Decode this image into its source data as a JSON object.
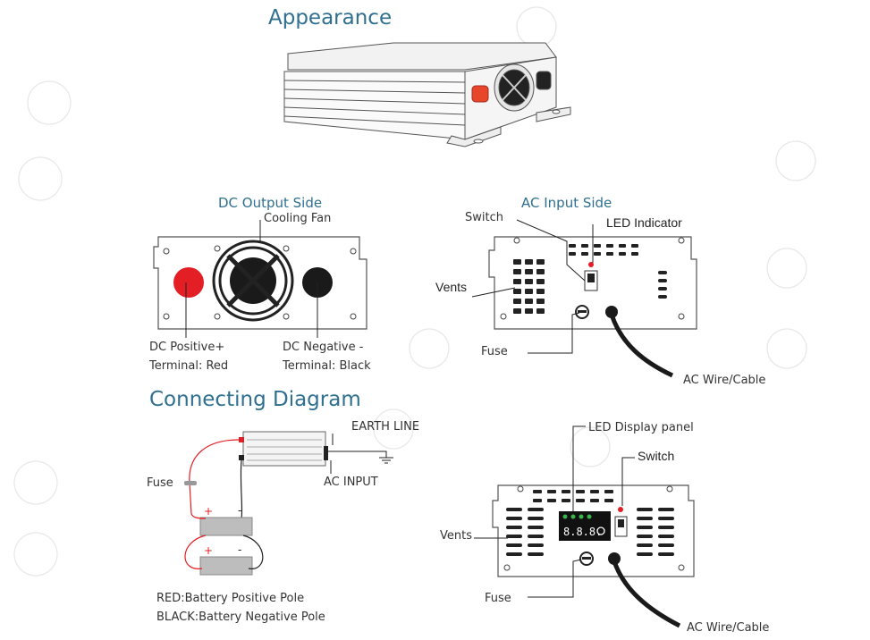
{
  "headings": {
    "appearance": "Appearance",
    "dc_output_side": "DC Output Side",
    "ac_input_side": "AC Input Side",
    "connecting_diagram": "Connecting Diagram"
  },
  "dc_side": {
    "cooling_fan": "Cooling Fan",
    "dc_positive_line1": "DC Positive+",
    "dc_positive_line2": "Terminal: Red",
    "dc_negative_line1": "DC Negative -",
    "dc_negative_line2": "Terminal: Black"
  },
  "ac_side": {
    "switch": "Switch",
    "led_indicator": "LED Indicator",
    "vents": "Vents",
    "fuse": "Fuse",
    "ac_wire": "AC Wire/Cable"
  },
  "connecting": {
    "earth_line": "EARTH LINE",
    "ac_input": "AC INPUT",
    "fuse": "Fuse",
    "red_caption": "RED:Battery Positive Pole",
    "black_caption": "BLACK:Battery Negative Pole",
    "plus": "+",
    "minus": "-"
  },
  "display_panel": {
    "led_display_panel": "LED Display panel",
    "switch": "Switch",
    "vents": "Vents",
    "fuse": "Fuse",
    "ac_wire": "AC Wire/Cable",
    "digits": "8.8.8."
  },
  "colors": {
    "heading": "#2f6f8f",
    "red_terminal": "#e31e24",
    "black_terminal": "#1a1a1a",
    "led_green": "#39b54a",
    "led_red": "#e31e24"
  }
}
